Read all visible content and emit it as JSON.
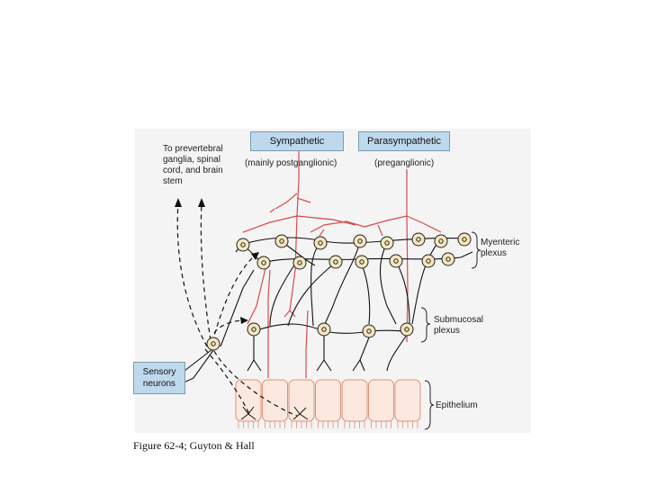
{
  "labels": {
    "sympathetic": "Sympathetic",
    "sympathetic_sub": "(mainly postganglionic)",
    "parasympathetic": "Parasympathetic",
    "parasympathetic_sub": "(preganglionic)",
    "prevertebral": "To prevertebral ganglia, spinal cord, and brain stem",
    "sensory": "Sensory neurons",
    "myenteric": "Myenteric plexus",
    "submucosal": "Submucosal plexus",
    "epithelium": "Epithelium"
  },
  "caption": "Figure 62-4; Guyton & Hall",
  "colors": {
    "panel": "#f4f4f4",
    "sympathetic_fiber": "#d94a4a",
    "neuron_fill": "#f3e6bf",
    "box": "#bfd9ec",
    "epithelium_fill": "#fbe9df",
    "epithelium_line": "#e0917a"
  }
}
